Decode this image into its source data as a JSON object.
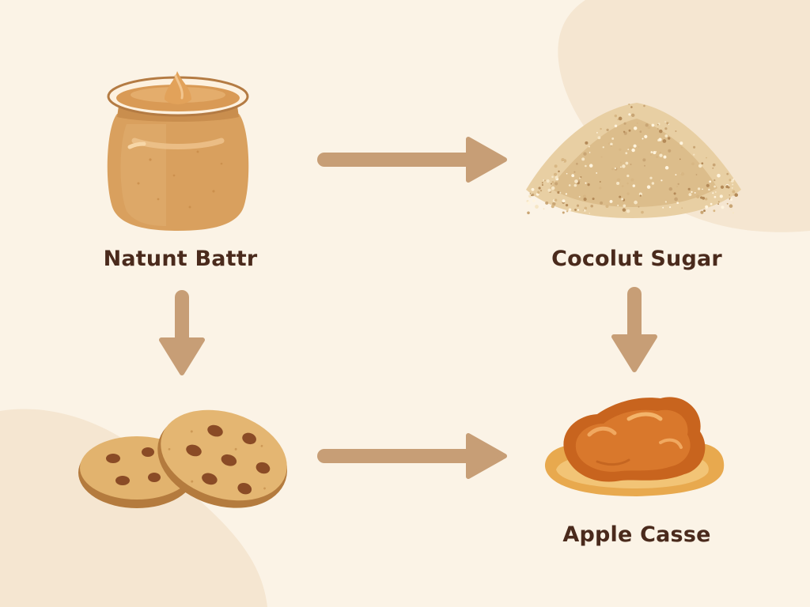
{
  "nodes": {
    "peanut_butter": {
      "label": "Natunt Battr",
      "icon": "peanut-butter-jar"
    },
    "coconut_sugar": {
      "label": "Cocolut Sugar",
      "icon": "sugar-pile"
    },
    "cookies": {
      "label": "",
      "icon": "cookies"
    },
    "apple_sauce": {
      "label": "Apple Casse",
      "icon": "caramel-sauce"
    }
  },
  "edges": [
    {
      "from": "peanut_butter",
      "to": "coconut_sugar"
    },
    {
      "from": "peanut_butter",
      "to": "cookies"
    },
    {
      "from": "coconut_sugar",
      "to": "apple_sauce"
    },
    {
      "from": "cookies",
      "to": "apple_sauce"
    }
  ],
  "colors": {
    "background": "#fbf3e6",
    "blob": "#f6e8d4",
    "arrow": "#c79e76",
    "label": "#4a2a1c"
  }
}
